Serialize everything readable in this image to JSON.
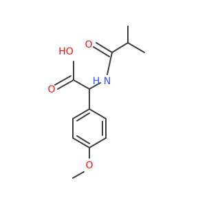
{
  "molecule": {
    "atoms": {
      "ho": "HO",
      "o_carbonyl_acid": "O",
      "nh": "N",
      "h_on_n": "H",
      "o_carbonyl_amide": "O",
      "o_ether": "O"
    },
    "colors": {
      "bond": "#3d3d3d",
      "oxygen": "#ff0d0d",
      "nitrogen": "#3050f8"
    }
  }
}
